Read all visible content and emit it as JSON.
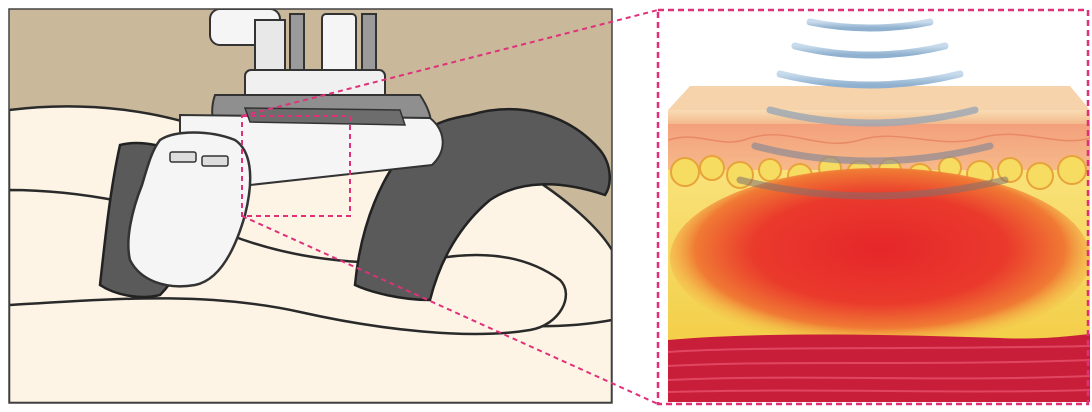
{
  "figure": {
    "left_panel": {
      "subject": "body-contouring-applicator-on-abdomen"
    },
    "right_panel": {
      "subject": "skin-cross-section-fat-heating"
    },
    "layers": [
      "epidermis",
      "dermis",
      "fat",
      "heated-fat-zone",
      "muscle"
    ]
  },
  "colors": {
    "background_tan": "#c9b99a",
    "skin_light": "#fdf4e6",
    "garment_dark": "#5a5a5a",
    "device_white": "#f5f5f5",
    "device_gray": "#8f8f8f",
    "callout_magenta": "#e0307a",
    "epidermis": "#f6cda0",
    "dermis": "#f2a07a",
    "fat_yellow": "#f7d64e",
    "heat_red": "#e8322a",
    "muscle_red": "#c91e3a",
    "wave_blue": "#a9c4dd"
  },
  "icons": [
    "ultrasound-wave-arcs"
  ]
}
